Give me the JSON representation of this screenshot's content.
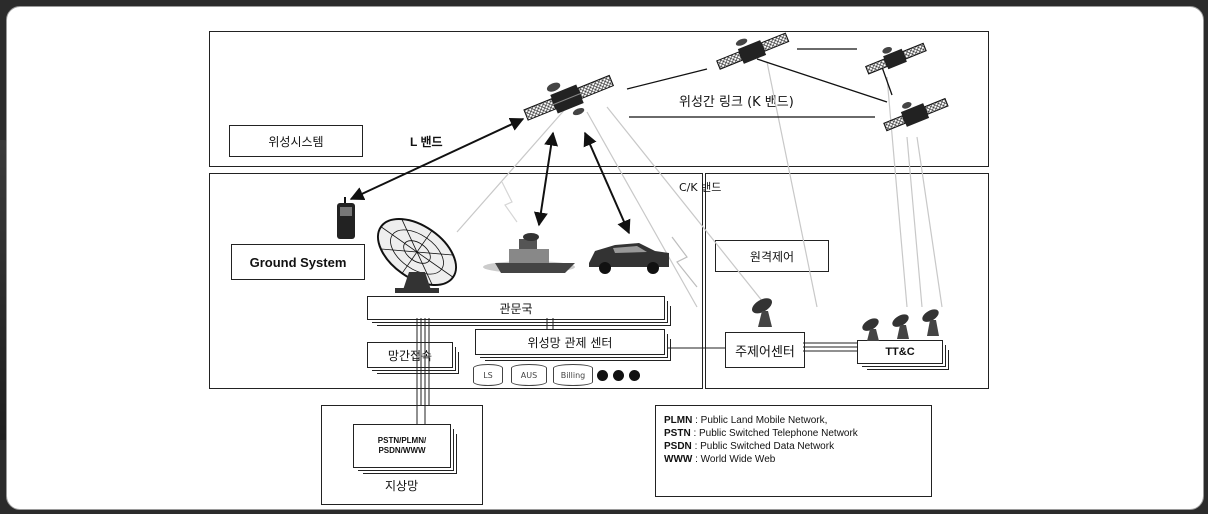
{
  "diagram": {
    "satellite_system_label": "위성시스템",
    "l_band_label": "L 밴드",
    "isl_label": "위성간 링크 (K 밴드)",
    "ck_band_label": "C/K 밴드",
    "ground_system_label": "Ground System",
    "remote_control_label": "원격제어",
    "gateway_label": "관문국",
    "noc_label": "위성망 관제 센터",
    "interconnect_label": "망간접속",
    "databases": [
      "LS",
      "AUS",
      "Billing"
    ],
    "main_control_label": "주제어센터",
    "ttc_label": "TT&C",
    "terrestrial_box_label": "PSTN/PLMN/\nPSDN/WWW",
    "terrestrial_label": "지상망"
  },
  "legend": [
    {
      "abbr": "PLMN",
      "desc": " : Public Land Mobile Network,"
    },
    {
      "abbr": "PSTN",
      "desc": " : Public Switched Telephone Network"
    },
    {
      "abbr": "PSDN",
      "desc": " : Public Switched Data Network"
    },
    {
      "abbr": "WWW",
      "desc": " : World Wide Web"
    }
  ]
}
